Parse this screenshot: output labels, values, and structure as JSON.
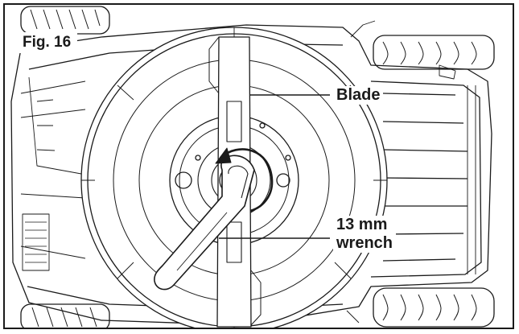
{
  "figure": {
    "label": "Fig. 16",
    "callouts": {
      "blade": "Blade",
      "wrench_line1": "13 mm",
      "wrench_line2": "wrench"
    },
    "colors": {
      "ink": "#1a1a1a",
      "paper": "#ffffff"
    }
  }
}
